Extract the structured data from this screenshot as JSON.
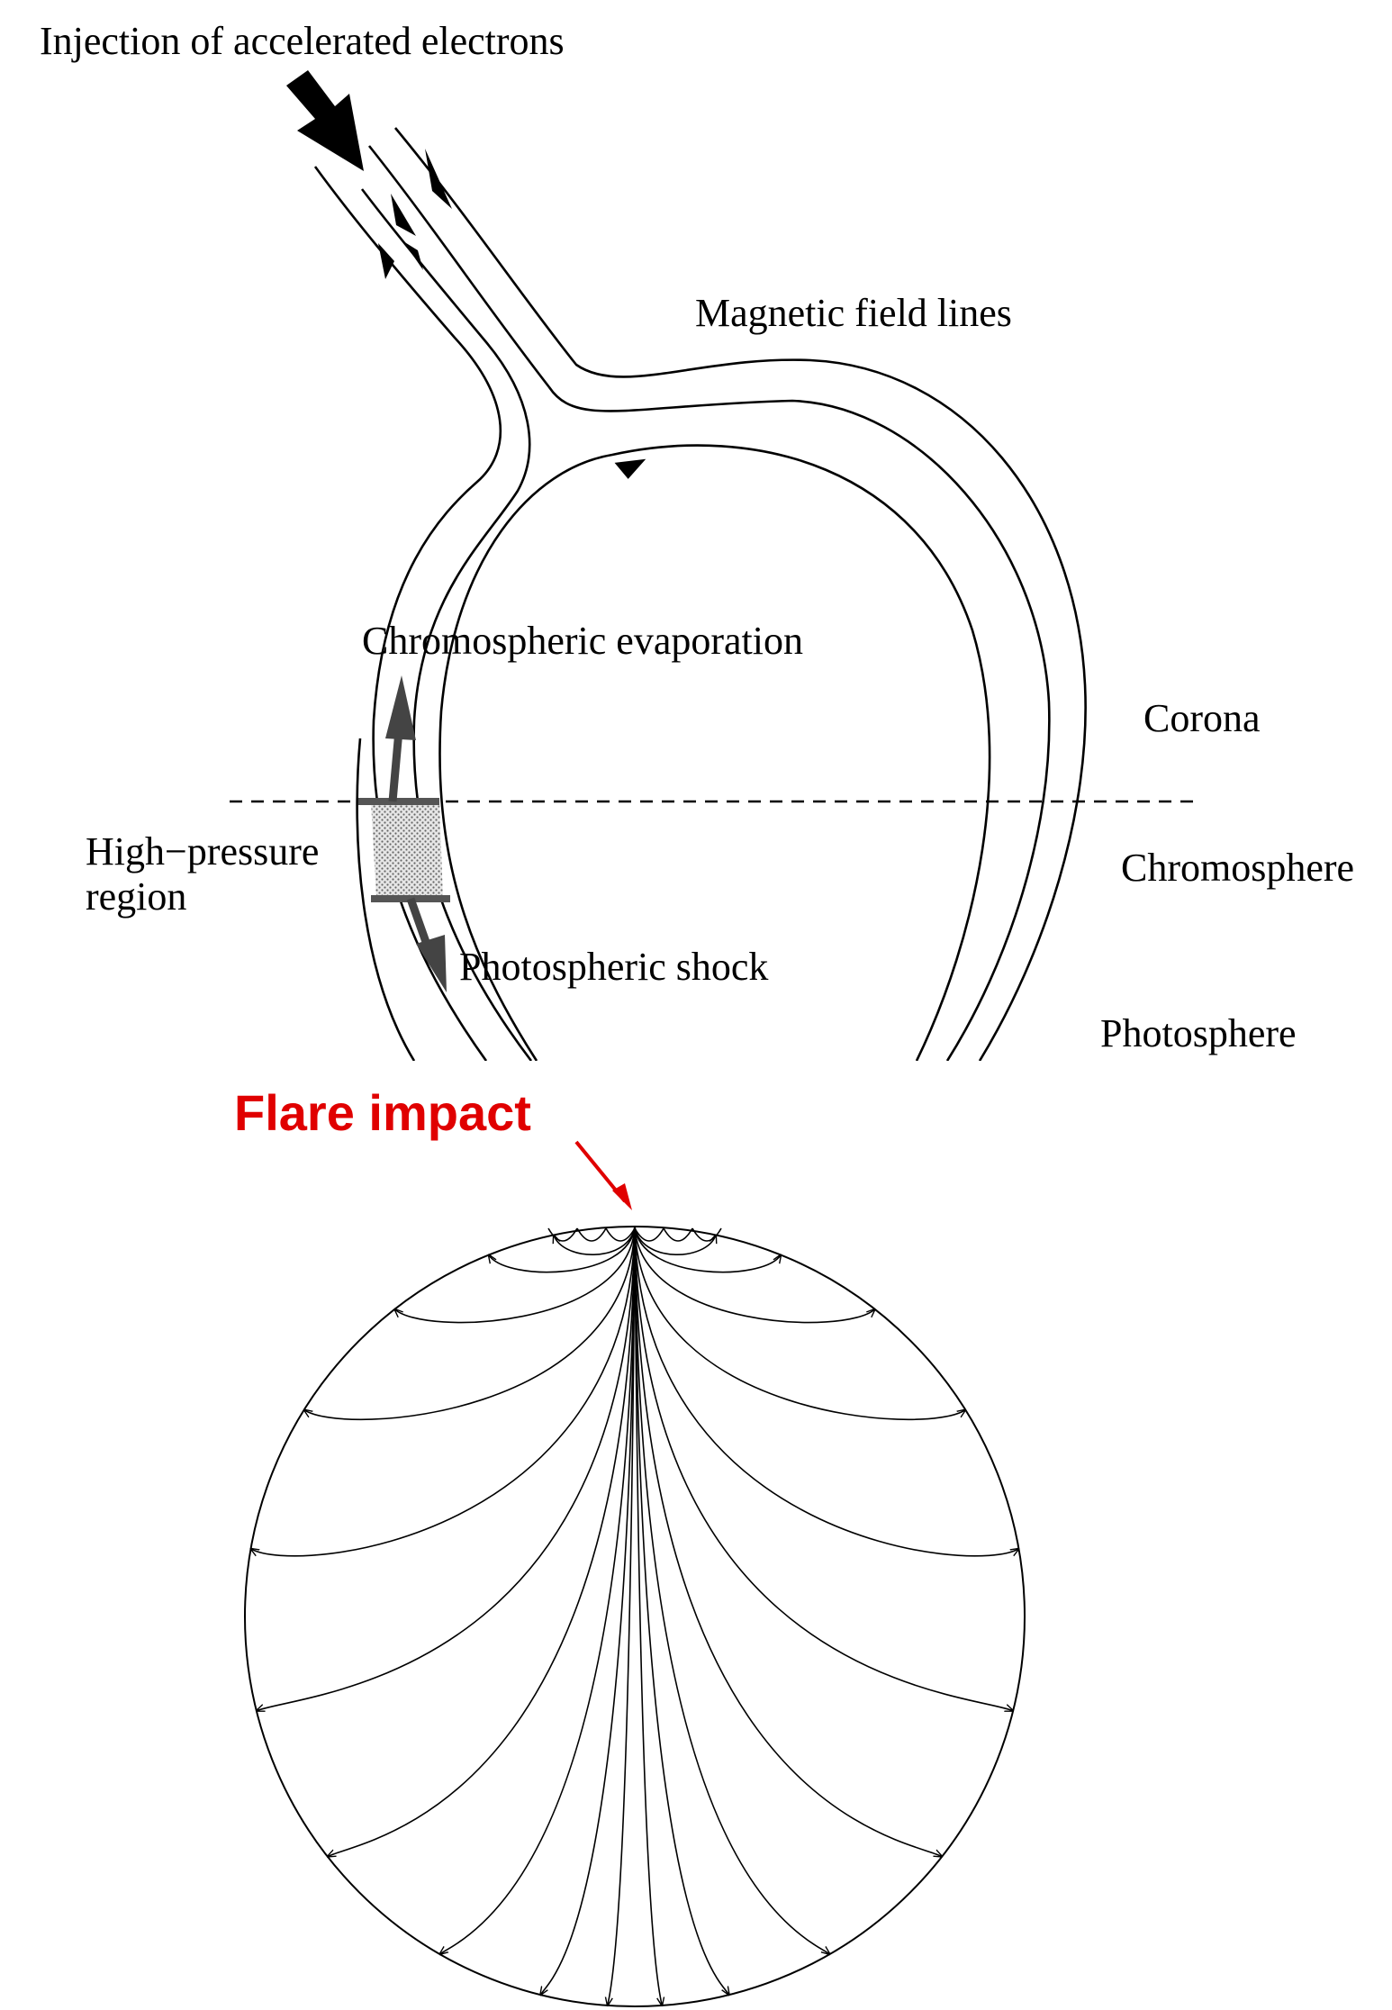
{
  "labels": {
    "injection": "Injection of accelerated electrons",
    "magnetic_field_lines": "Magnetic field lines",
    "chromospheric_evaporation": "Chromospheric evaporation",
    "corona": "Corona",
    "high_pressure_line1": "High−pressure",
    "high_pressure_line2": "region",
    "chromosphere": "Chromosphere",
    "photospheric_shock": "Photospheric shock",
    "photosphere": "Photosphere",
    "flare_impact": "Flare impact"
  },
  "colors": {
    "ink": "#000000",
    "flare_red": "#e00000",
    "evaporation_arrow": "#444444",
    "high_pressure_fill": "#bdbdbd"
  },
  "icons": {
    "injection_arrow": "bold-down-right-arrow",
    "flare_pointer": "red-arrow",
    "evaporation_arrow": "grey-up-arrow",
    "shock_arrow": "grey-down-arrow"
  }
}
